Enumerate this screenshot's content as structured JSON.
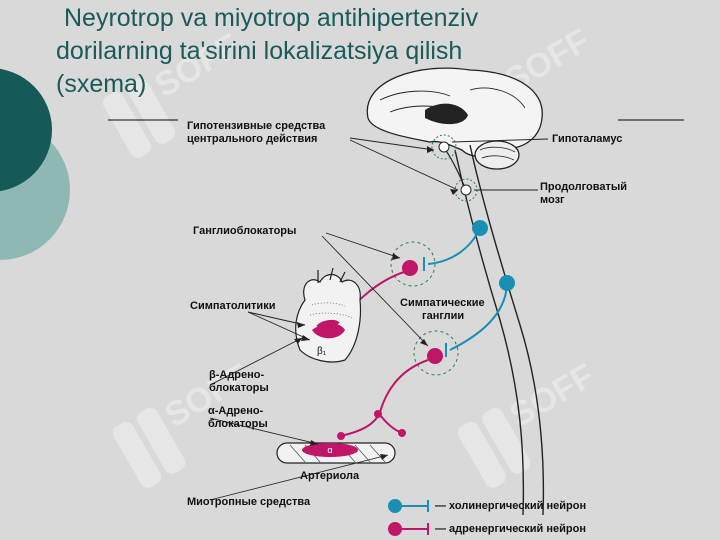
{
  "title": {
    "line1": "Neyrotrop va miyotrop antihipertenziv",
    "line2": "dorilarning ta'sirini lokalizatsiya qilish",
    "line3": "(sxema)"
  },
  "labels": {
    "central": [
      "Гипотензивные средства",
      "центрального действия"
    ],
    "hypothalamus": "Гипоталамус",
    "medulla": [
      "Продолговатый",
      "мозг"
    ],
    "ganglioblockers": "Ганглиоблокаторы",
    "sympatholytics": "Симпатолитики",
    "ganglia": [
      "Симпатические",
      "ганглии"
    ],
    "beta_blockers": [
      "β-Адрено-",
      "блокаторы"
    ],
    "alpha_blockers": [
      "α-Адрено-",
      "блокаторы"
    ],
    "arteriole": "Артериола",
    "myotropic": "Миотропные средства",
    "beta1": "β₁",
    "alpha": "α"
  },
  "legend": [
    {
      "text": "— холинергический нейрон",
      "color": "#1a8fb5"
    },
    {
      "text": "— адренергический нейрон",
      "color": "#c0166a"
    }
  ],
  "watermark": "SOFF",
  "colors": {
    "teal": "#1a5a5a",
    "cholinergic": "#1a8fb5",
    "adrenergic": "#c0166a",
    "bg": "#d9d9d9"
  }
}
